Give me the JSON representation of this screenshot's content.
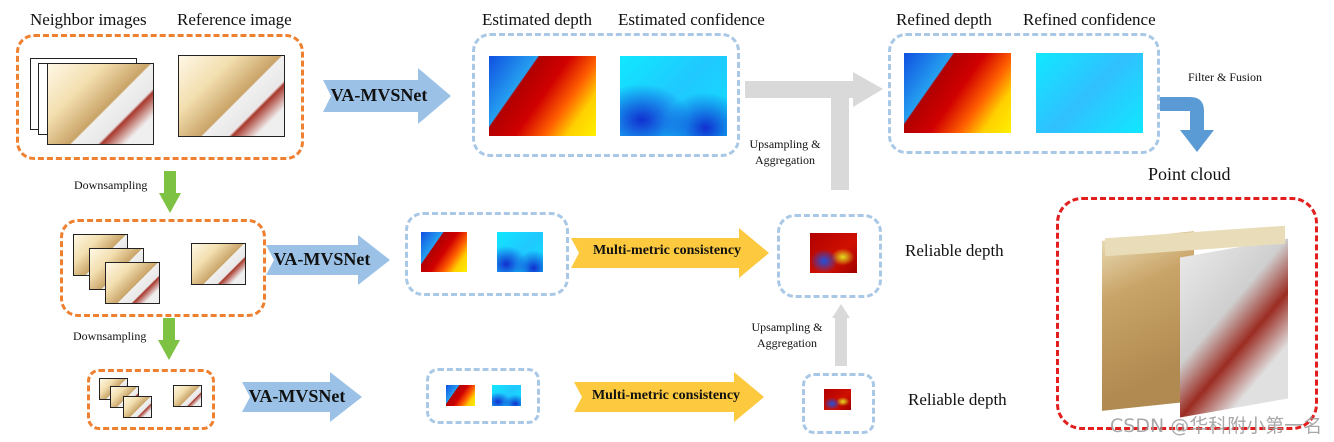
{
  "top_row": {
    "neighbor_label": "Neighbor images",
    "reference_label": "Reference image",
    "network_label": "VA-MVSNet",
    "est_depth_label": "Estimated depth",
    "est_conf_label": "Estimated confidence",
    "refined_depth_label": "Refined depth",
    "refined_conf_label": "Refined confidence",
    "filter_label": "Filter & Fusion",
    "point_cloud_label": "Point cloud",
    "upsampling_label_line1": "Upsampling &",
    "upsampling_label_line2": "Aggregation"
  },
  "middle_row": {
    "downsampling_label": "Downsampling",
    "network_label": "VA-MVSNet",
    "consistency_label": "Multi-metric consistency",
    "reliable_label": "Reliable depth"
  },
  "bottom_row": {
    "downsampling_label": "Downsampling",
    "network_label": "VA-MVSNet",
    "consistency_label": "Multi-metric consistency",
    "reliable_label": "Reliable depth",
    "upsampling_label_line1": "Upsampling &",
    "upsampling_label_line2": "Aggregation"
  },
  "watermark": "CSDN @华科附小第一名",
  "colors": {
    "orange_border": "#ee8030",
    "blue_border": "#a9c8e6",
    "red_border": "#e31e1e",
    "network_arrow": "#9bc2e6",
    "consistency_arrow": "#fcc93f",
    "downsample_arrow": "#7dc243",
    "upsample_arrow": "#d9d9d9",
    "filter_arrow": "#5b9bd5"
  }
}
